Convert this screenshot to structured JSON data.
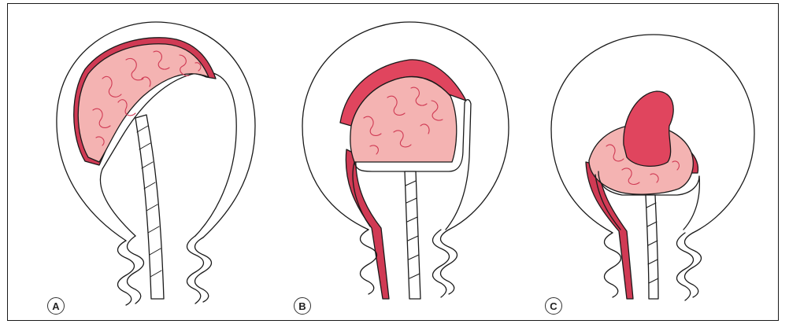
{
  "panels": [
    {
      "label": "A"
    },
    {
      "label": "B"
    },
    {
      "label": "C"
    }
  ],
  "colors": {
    "outline": "#1a1a1a",
    "placenta_fill": "#f4b3b2",
    "vessel_red": "#d03a54",
    "hematoma": "#e0455e",
    "cord_fill": "#ffffff",
    "background": "#ffffff"
  }
}
